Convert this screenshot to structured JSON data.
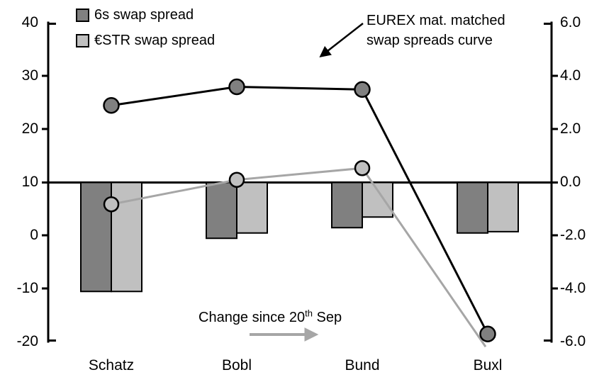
{
  "colors": {
    "dark_gray": "#808080",
    "light_gray": "#c0c0c0",
    "black": "#000000",
    "gray_line": "#a6a6a6",
    "background": "#ffffff"
  },
  "legend": {
    "items": [
      {
        "label": "6s swap spread",
        "color": "#808080"
      },
      {
        "label": "€STR swap spread",
        "color": "#c0c0c0"
      }
    ]
  },
  "annotations": {
    "curve_label_line1": "EUREX mat. matched",
    "curve_label_line2": "swap spreads curve",
    "change_label_prefix": "Change since 20",
    "change_label_sup": "th",
    "change_label_suffix": " Sep"
  },
  "axes": {
    "left": {
      "ticks": [
        "40",
        "30",
        "20",
        "10",
        "0",
        "-10",
        "-20"
      ]
    },
    "right": {
      "ticks": [
        "6.0",
        "4.0",
        "2.0",
        "0.0",
        "-2.0",
        "-4.0",
        "-6.0"
      ]
    }
  },
  "categories": [
    "Schatz",
    "Bobl",
    "Bund",
    "Buxl"
  ],
  "chart_data": {
    "type": "combo bar+line",
    "categories": [
      "Schatz",
      "Bobl",
      "Bund",
      "Buxl"
    ],
    "left_axis": {
      "label": "",
      "range": [
        -20,
        40
      ],
      "tick_step": 10
    },
    "right_axis": {
      "label": "",
      "range": [
        -6.0,
        6.0
      ],
      "tick_step": 2.0
    },
    "grid": false,
    "legend_position": "top-left",
    "bar_series": [
      {
        "name": "6s swap spread (change since 20th Sep, rhs)",
        "axis": "right",
        "color": "#808080",
        "values": [
          -4.1,
          -2.1,
          -1.7,
          -1.9
        ]
      },
      {
        "name": "€STR swap spread (change since 20th Sep, rhs)",
        "axis": "right",
        "color": "#c0c0c0",
        "values": [
          -4.1,
          -1.9,
          -1.3,
          -1.85
        ]
      }
    ],
    "line_series": [
      {
        "name": "€STR swap spread (EUREX mat. matched curve, lhs)",
        "axis": "left",
        "color": "#a6a6a6",
        "marker_fill": "#c0c0c0",
        "values": [
          5.9,
          10.5,
          12.7,
          -20.9
        ],
        "show_marker": [
          true,
          true,
          true,
          false
        ]
      },
      {
        "name": "6s swap spread (EUREX mat. matched curve, lhs)",
        "axis": "left",
        "color": "#000000",
        "marker_fill": "#808080",
        "values": [
          24.5,
          28.0,
          27.5,
          -18.5
        ],
        "show_marker": [
          true,
          true,
          true,
          true
        ]
      }
    ]
  }
}
